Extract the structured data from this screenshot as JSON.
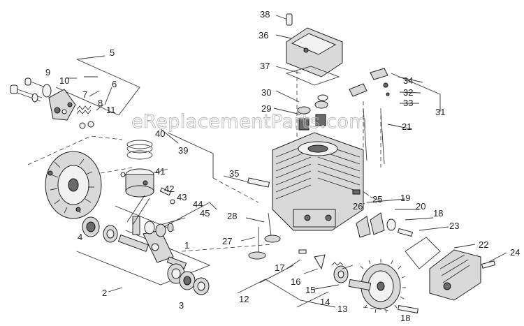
{
  "watermark": "eReplacementParts.com",
  "callouts": [
    "1",
    "2",
    "3",
    "4",
    "5",
    "6",
    "7",
    "8",
    "9",
    "10",
    "11",
    "12",
    "13",
    "14",
    "15",
    "16",
    "17",
    "18",
    "19",
    "20",
    "21",
    "22",
    "23",
    "24",
    "25",
    "26",
    "27",
    "28",
    "29",
    "30",
    "31",
    "32",
    "33",
    "34",
    "35",
    "36",
    "37",
    "38",
    "39",
    "40",
    "41",
    "42",
    "43",
    "44",
    "45"
  ],
  "extra_callouts": {
    "n18b": "18"
  }
}
